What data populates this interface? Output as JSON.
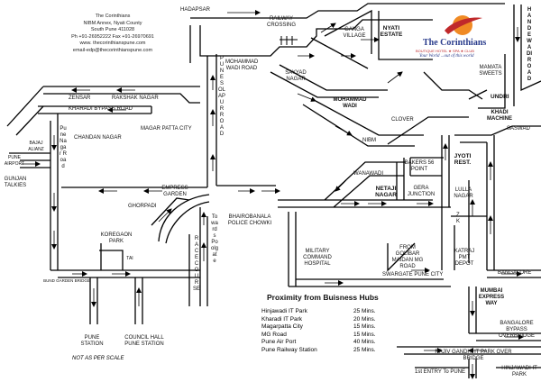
{
  "header": {
    "lines": [
      "The Corinthians",
      "NIBM Annex, Nyati  County",
      "South Pune  411028",
      "Ph +91-26952222 Fax +91-26970691",
      "www. thecorinthianspune.com",
      "email-edp@thecorinthianspune.com"
    ]
  },
  "logo": {
    "name": "The Corinthians",
    "tagline1": "BOUTIQUE HOTEL ★ SPA ★ CLUB",
    "tagline2": "Your World ...out of this world",
    "colors": {
      "sun": "#f08a24",
      "swoosh": "#c0292b",
      "text": "#2a3c8c"
    }
  },
  "places": {
    "hadapsar": "HADAPSAR",
    "railway_crossing": "RAILWAY CROSSING",
    "ganga_village": "GANGA VILLAGE",
    "nyati_estate": "NYATI ESTATE",
    "handewadi_road": "HANDEWADI ROAD",
    "mohammad_wadi_road": "MOHAMMAD WADI ROAD",
    "sayyad_nagar": "SAYYAD NAGAR",
    "mamata_sweets": "MAMATA SWEETS",
    "undri": "UNDRI",
    "zensar": "ZENSAR",
    "rakshak_nagar": "RAKSHAK NAGAR",
    "kharadi_bypass_road": "KHARADI BYPASS ROAD",
    "pune_solapur_road": "PUNE SOLAPUR ROAD",
    "mohammad_wadi": "MOHAMMAD WADI",
    "clover": "CLOVER",
    "khadi_machine": "KHADI MACHINE",
    "chandan_nagar": "CHANDAN NAGAR",
    "magar_patta_city": "MAGAR PATTA CITY",
    "bajaj_alianz": "BAJAJ ALIANZ",
    "pune_nagar_road": "Pune Nagar Road",
    "nibm": "NIBM",
    "saswad": "SASWAD",
    "pune_airport": "PUNE AIRPORT",
    "gunjan_talkies": "GUNJAN TALKIES",
    "jyoti_rest": "JYOTI REST.",
    "bakers_point": "BAKERS 56 POINT",
    "wanawadi": "WANAWADI",
    "empress_garden": "EMPRESS GARDEN",
    "netaji_nagar": "NETAJI NAGAR",
    "gera_junction": "GERA JUNCTION",
    "lulla_nagar": "LULLA NAGAR",
    "ghorpadi": "GHORPADI",
    "towards_poolgate": "Towards Poolgate",
    "racecourse": "RACECOURSE",
    "bhairobanala": "BHAIROBANALA POLICE CHOWKI",
    "zk": "Z K",
    "koregaon_park": "KOREGAON PARK",
    "tai": "TAI",
    "military_command_hospital": "MILITARY COMMAND HOSPITAL",
    "from_golibar_maidan": "FROM GOLIBAR MAIDAN MG ROAD",
    "katraj_pmt_depot": "KATRAJ PMT DEPOT",
    "swargate_pune_city": "SWARGATE PUNE CITY",
    "bangalore": "BANGALORE",
    "bund_garden_bridge": "BUND GARDEN BRIDGE",
    "mumbai_express_way": "MUMBAI EXPRESS WAY",
    "pune_station": "PUNE STATION",
    "council_hall": "COUNCIL HALL PUNE STATION",
    "bangalore_bypass": "BANGALORE BYPASS OVERBRIDGE",
    "rajiv_gandhi": "RAJIV GANDHI IT PARK OVER BRIDGE",
    "first_entry": "1st ENTRY To PUNE",
    "hinjawadi_it_park": "HINJAWADI IT PARK"
  },
  "scale_note": "NOT AS PER SCALE",
  "hubs": {
    "title": "Proximity from Buisness Hubs",
    "items": [
      {
        "name": "Hinjawadi IT Park",
        "time": "25 Mins."
      },
      {
        "name": "Kharadi IT Park",
        "time": "20 Mins."
      },
      {
        "name": "Magarpatta City",
        "time": "15 Mins."
      },
      {
        "name": "MG Road",
        "time": "15 Mins."
      },
      {
        "name": "Pune Air Port",
        "time": "40 Mins."
      },
      {
        "name": "Pune Railway Station",
        "time": "25 Mins."
      }
    ]
  }
}
